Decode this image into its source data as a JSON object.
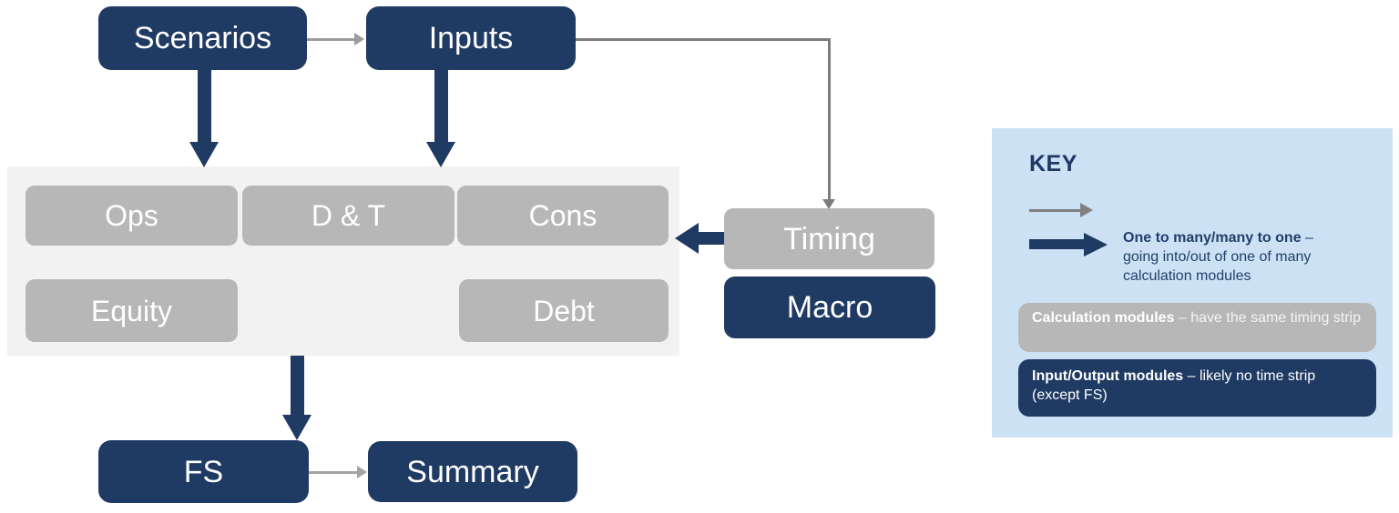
{
  "diagram": {
    "nodes": {
      "scenarios": {
        "label": "Scenarios"
      },
      "inputs": {
        "label": "Inputs"
      },
      "ops": {
        "label": "Ops"
      },
      "dt": {
        "label": "D & T"
      },
      "cons": {
        "label": "Cons"
      },
      "equity": {
        "label": "Equity"
      },
      "debt": {
        "label": "Debt"
      },
      "timing": {
        "label": "Timing"
      },
      "macro": {
        "label": "Macro"
      },
      "fs": {
        "label": "FS"
      },
      "summary": {
        "label": "Summary"
      }
    },
    "colors": {
      "navy_box": "#1f3a63",
      "gray_box": "#b7b7b7",
      "calc_container": "#f2f2f2",
      "key_background": "#cde1f4",
      "thin_arrow_gray": "#9b9b9b",
      "elbow_arrow_gray": "#7d7d7d",
      "key_text_navy": "#20406b"
    }
  },
  "key": {
    "title": "KEY",
    "one_to_many": {
      "bold": "One to many/many to one",
      "rest": " – going into/out of one of many calculation modules"
    },
    "calculation_chip": {
      "bold": "Calculation modules",
      "rest": " – have the same timing strip"
    },
    "io_chip": {
      "bold": "Input/Output modules",
      "rest": " – likely no time strip (except FS)"
    }
  }
}
